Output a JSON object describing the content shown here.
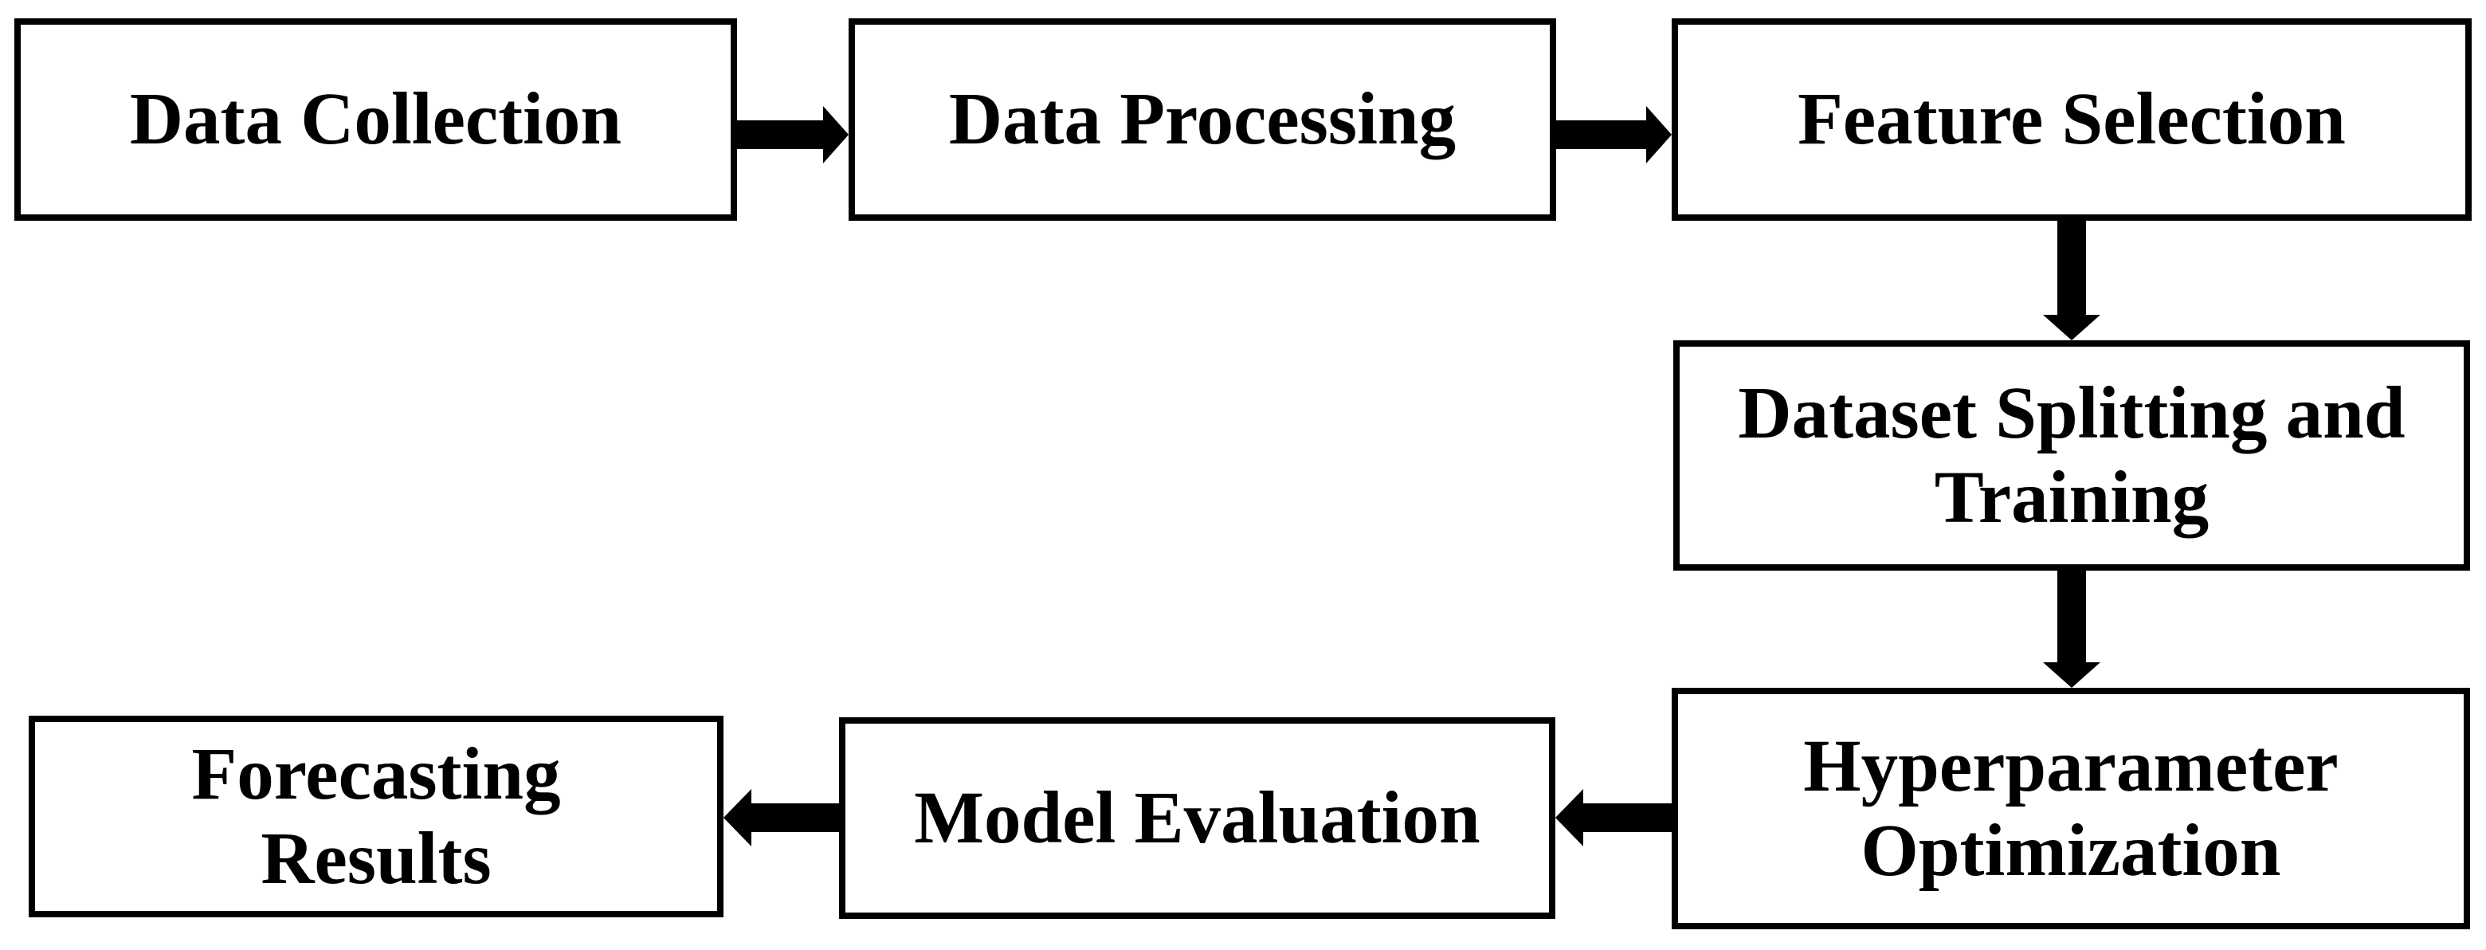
{
  "diagram": {
    "type": "flowchart",
    "colors": {
      "ink": "#000000",
      "paper": "#ffffff"
    },
    "nodes": [
      {
        "id": "data-collection",
        "label": "Data Collection",
        "lines": [
          "Data Collection"
        ]
      },
      {
        "id": "data-processing",
        "label": "Data Processing",
        "lines": [
          "Data Processing"
        ]
      },
      {
        "id": "feature-selection",
        "label": "Feature Selection",
        "lines": [
          "Feature Selection"
        ]
      },
      {
        "id": "dataset-splitting-and-training",
        "label": "Dataset Splitting and Training",
        "lines": [
          "Dataset Splitting and",
          "Training"
        ]
      },
      {
        "id": "hyperparameter-optimization",
        "label": "Hyperparameter Optimization",
        "lines": [
          "Hyperparameter",
          "Optimization"
        ]
      },
      {
        "id": "model-evaluation",
        "label": "Model Evaluation",
        "lines": [
          "Model Evaluation"
        ]
      },
      {
        "id": "forecasting-results",
        "label": "Forecasting Results",
        "lines": [
          "Forecasting",
          "Results"
        ]
      }
    ],
    "edges": [
      {
        "from": "data-collection",
        "to": "data-processing",
        "direction": "right"
      },
      {
        "from": "data-processing",
        "to": "feature-selection",
        "direction": "right"
      },
      {
        "from": "feature-selection",
        "to": "dataset-splitting-and-training",
        "direction": "down"
      },
      {
        "from": "dataset-splitting-and-training",
        "to": "hyperparameter-optimization",
        "direction": "down"
      },
      {
        "from": "hyperparameter-optimization",
        "to": "model-evaluation",
        "direction": "left"
      },
      {
        "from": "model-evaluation",
        "to": "forecasting-results",
        "direction": "left"
      }
    ]
  }
}
